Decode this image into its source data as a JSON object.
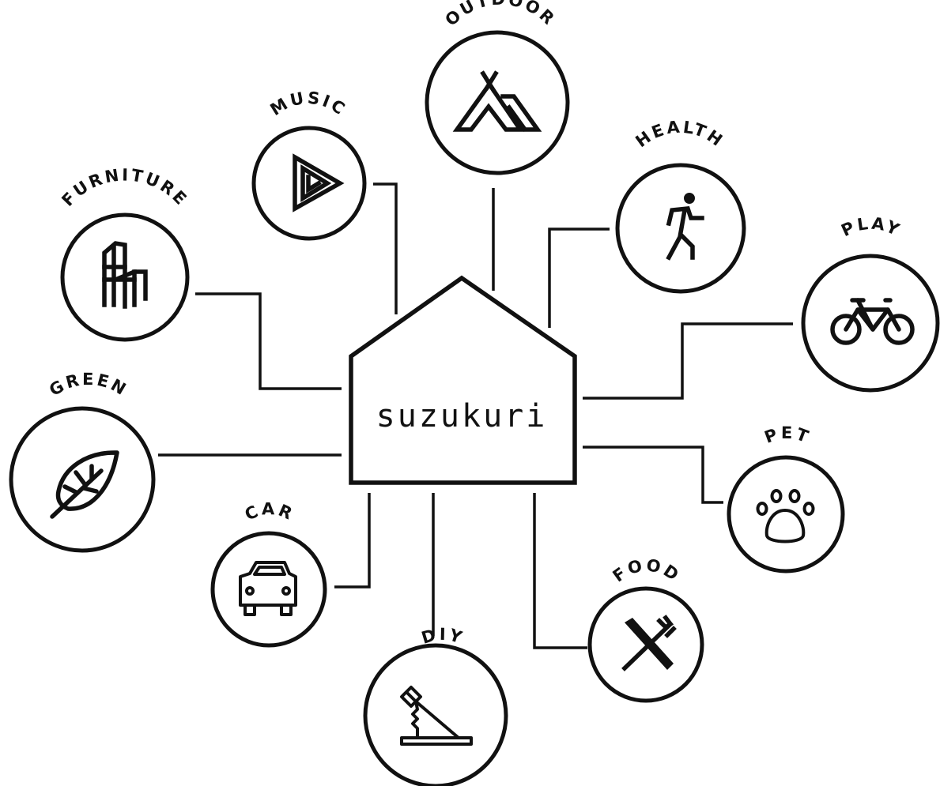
{
  "center": {
    "label": "suzukuri"
  },
  "categories": [
    {
      "key": "outdoor",
      "label": "OUTDOOR",
      "icon": "tent-icon"
    },
    {
      "key": "music",
      "label": "MUSIC",
      "icon": "play-triangle-icon"
    },
    {
      "key": "health",
      "label": "HEALTH",
      "icon": "walking-person-icon"
    },
    {
      "key": "furniture",
      "label": "FURNITURE",
      "icon": "chair-icon"
    },
    {
      "key": "play",
      "label": "PLAY",
      "icon": "bicycle-icon"
    },
    {
      "key": "green",
      "label": "GREEN",
      "icon": "leaf-icon"
    },
    {
      "key": "pet",
      "label": "PET",
      "icon": "paw-icon"
    },
    {
      "key": "car",
      "label": "CAR",
      "icon": "car-icon"
    },
    {
      "key": "food",
      "label": "FOOD",
      "icon": "knife-fork-icon"
    },
    {
      "key": "diy",
      "label": "DIY",
      "icon": "saw-icon"
    }
  ],
  "colors": {
    "ink": "#111111",
    "background": "#ffffff"
  }
}
